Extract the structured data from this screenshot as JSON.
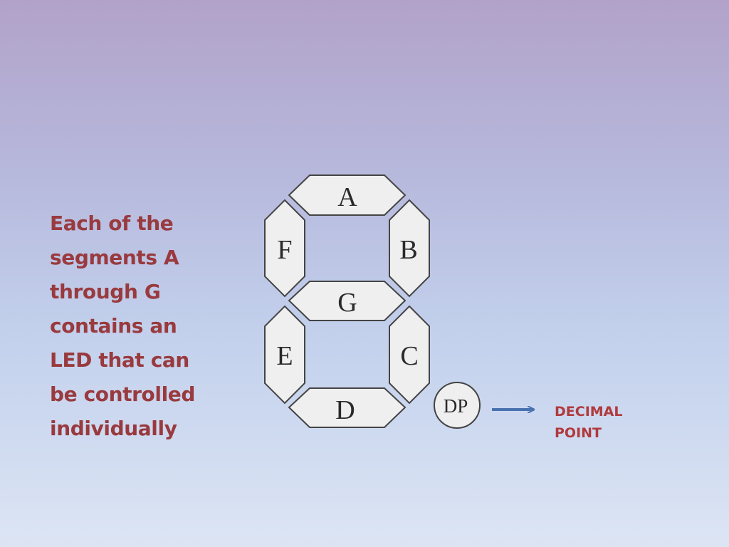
{
  "description_lines": [
    "Each of the",
    "segments A",
    "through G",
    "contains an",
    "LED that can",
    "be controlled",
    "individually"
  ],
  "segments": {
    "a": "A",
    "b": "B",
    "c": "C",
    "d": "D",
    "e": "E",
    "f": "F",
    "g": "G"
  },
  "decimal_point": {
    "label": "DP",
    "caption_lines": [
      "DECIMAL",
      "POINT"
    ]
  },
  "colors": {
    "text_accent": "#993a3e",
    "segment_fill": "#efefef",
    "segment_stroke": "#444444",
    "arrow": "#4a72b0"
  }
}
